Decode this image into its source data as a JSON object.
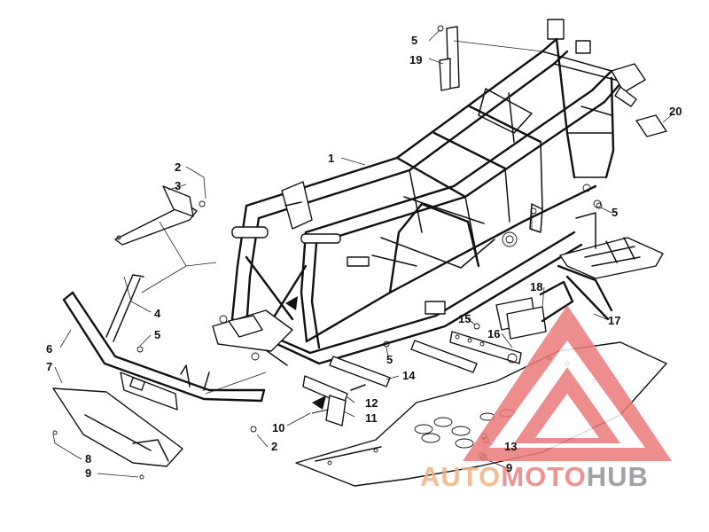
{
  "diagram": {
    "callouts": [
      "1",
      "2",
      "3",
      "4",
      "5",
      "6",
      "7",
      "8",
      "9",
      "10",
      "11",
      "12",
      "13",
      "14",
      "15",
      "16",
      "17",
      "18",
      "19",
      "20"
    ],
    "extra_labels": {
      "c2b": "2",
      "c5b": "5",
      "c5c": "5",
      "c5d": "5",
      "c9b": "9"
    }
  },
  "watermark": {
    "part1": "AUTO",
    "part2": "MOTO",
    "part3": "HUB",
    "colors": {
      "auto": "#f2b27e",
      "moto": "#ec7f7f",
      "hub": "#8f9398",
      "triangle": "#ec7a7a"
    }
  }
}
